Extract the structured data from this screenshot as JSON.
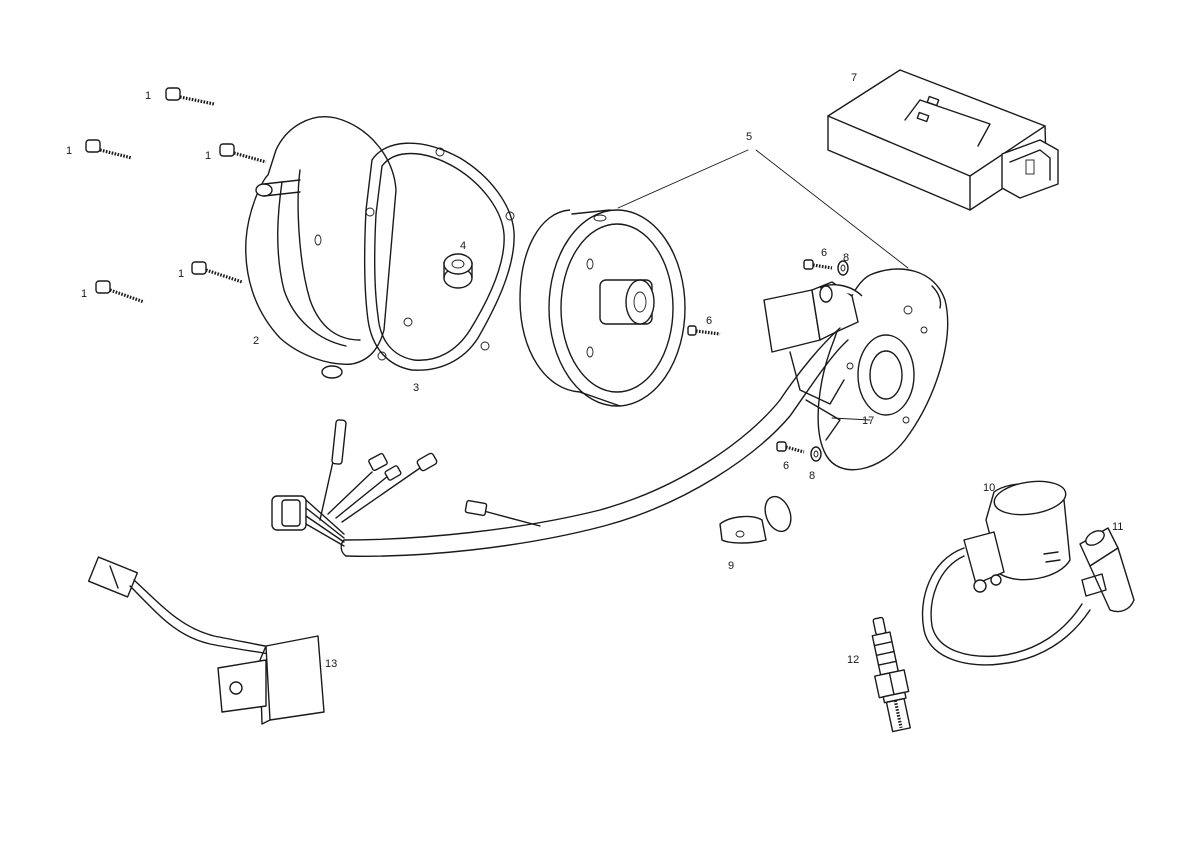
{
  "callouts": {
    "c1a": "1",
    "c1b": "1",
    "c1c": "1",
    "c1d": "1",
    "c1e": "1",
    "c2": "2",
    "c3": "3",
    "c4": "4",
    "c5": "5",
    "c6a": "6",
    "c6b": "6",
    "c6c": "6",
    "c7": "7",
    "c8a": "8",
    "c8b": "8",
    "c9": "9",
    "c10": "10",
    "c11": "11",
    "c12": "12",
    "c13": "13",
    "c17": "17"
  }
}
